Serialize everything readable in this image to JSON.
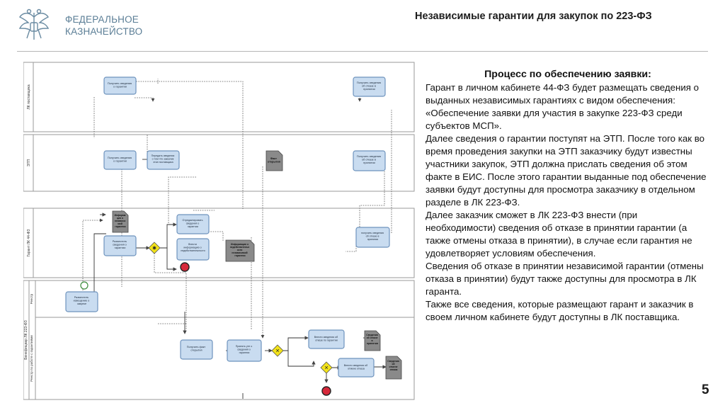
{
  "header": {
    "org_line1": "ФЕДЕРАЛЬНОЕ",
    "org_line2": "КАЗНАЧЕЙСТВО",
    "title": "Независимые гарантии для закупок по 223-ФЗ",
    "page_number": "5"
  },
  "colors": {
    "task_fill": "#c9dcf0",
    "task_border": "#6e93bd",
    "gateway_fill": "#f2e21a",
    "end_event": "#d6283a",
    "doc_fill": "#8a8a8a",
    "org_text": "#5b7e96"
  },
  "diagram": {
    "lanes": [
      {
        "label": "ЛК поставщика"
      },
      {
        "label": "ЭТП"
      },
      {
        "label": "Гарант ЛК 44-ФЗ"
      },
      {
        "label": "Бенефициар ЛК 223-ФЗ"
      }
    ],
    "sublanes": [
      {
        "label": "Реестр"
      },
      {
        "label": "Реестр по работе с гарантиями"
      }
    ],
    "tasks": [
      {
        "lines": [
          "Получить сведения",
          "о гарантии"
        ]
      },
      {
        "lines": [
          "Получить сведения",
          "об отказе в",
          "принятии"
        ]
      },
      {
        "lines": [
          "Получить сведения",
          "о гарантии"
        ]
      },
      {
        "lines": [
          "Передать сведения",
          "о том что заказчик",
          "этап поставщика"
        ]
      },
      {
        "lines": [
          "Получить сведения",
          "об отказе в",
          "принятии"
        ]
      },
      {
        "lines": [
          "Разместить",
          "сведения о",
          "гарантии"
        ]
      },
      {
        "lines": [
          "Отредактировать",
          "сведения о",
          "гарантии"
        ]
      },
      {
        "lines": [
          "Внести",
          "информацию о",
          "недействительности"
        ]
      },
      {
        "lines": [
          "получить сведения",
          "об отказе в",
          "принятии"
        ]
      },
      {
        "lines": [
          "Разместить",
          "извещение о",
          "закупке"
        ]
      },
      {
        "lines": [
          "Получить факт",
          "открытия"
        ]
      },
      {
        "lines": [
          "Принять уте о",
          "сведения о",
          "гарантии"
        ]
      },
      {
        "lines": [
          "Внести сведения об",
          "отказе по гарантии"
        ]
      },
      {
        "lines": [
          "Внести сведения об",
          "отмене отказа"
        ]
      }
    ],
    "documents": [
      {
        "lines": [
          "Факт",
          "открытия"
        ]
      },
      {
        "lines": [
          "Информа",
          "ция о",
          "независи",
          "мой",
          "гарантии"
        ]
      },
      {
        "lines": [
          "Информация о",
          "недействительн",
          "ости",
          "независимой",
          "гарантии"
        ]
      },
      {
        "lines": [
          "Сведения",
          "об отказе",
          "в",
          "принятии"
        ]
      },
      {
        "lines": [
          "Сведения",
          "об",
          "отмене",
          "отказа"
        ]
      }
    ]
  },
  "panel": {
    "heading": "Процесс по обеспечению заявки:",
    "paragraphs": [
      "Гарант в личном кабинете 44-ФЗ будет размещать сведения о выданных независимых гарантиях с видом обеспечения: «Обеспечение заявки для участия в закупке 223-ФЗ среди субъектов МСП».",
      "Далее сведения о гарантии поступят на ЭТП. После того как во время проведения закупки на ЭТП заказчику будут известны участники закупок, ЭТП должна прислать сведения об этом факте в ЕИС. После этого гарантии выданные под обеспечение заявки будут доступны для просмотра заказчику в отдельном разделе в ЛК 223-ФЗ.",
      "Далее заказчик сможет в ЛК 223-ФЗ внести (при необходимости) сведения об отказе в принятии гарантии (а также отмены отказа в принятии), в случае если гарантия не удовлетворяет условиям обеспечения.",
      "Сведения об отказе в принятии независимой гарантии (отмены отказа в принятии) будут также доступны для просмотра в ЛК гаранта.",
      "Также все сведения, которые размещают гарант и заказчик в своем личном кабинете будут доступны в ЛК поставщика."
    ]
  }
}
